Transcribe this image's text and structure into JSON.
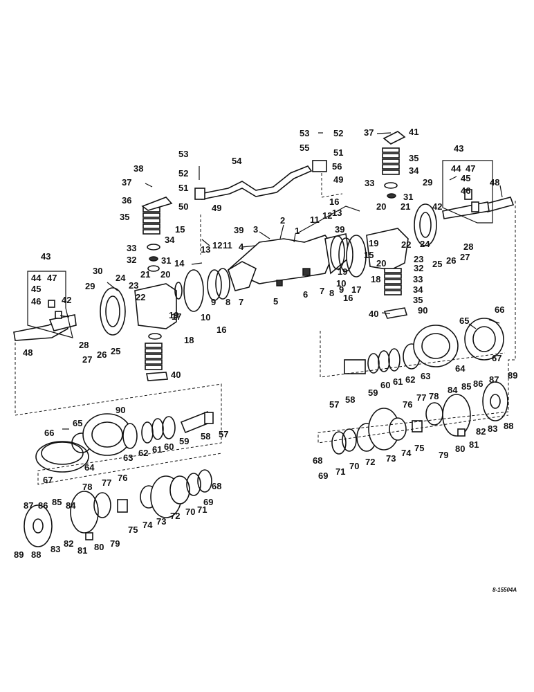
{
  "drawing_code": "8-15504A",
  "callouts": {
    "1": "1",
    "2": "2",
    "3": "3",
    "4": "4",
    "5": "5",
    "6": "6",
    "7": "7",
    "8": "8",
    "9": "9",
    "10": "10",
    "11": "11",
    "12": "12",
    "13": "13",
    "14": "14",
    "15": "15",
    "16": "16",
    "17": "17",
    "18": "18",
    "19": "19",
    "20": "20",
    "21": "21",
    "22": "22",
    "23": "23",
    "24": "24",
    "25": "25",
    "26": "26",
    "27": "27",
    "28": "28",
    "29": "29",
    "30": "30",
    "31": "31",
    "32": "32",
    "33": "33",
    "34": "34",
    "35": "35",
    "36": "36",
    "37": "37",
    "38": "38",
    "39": "39",
    "40": "40",
    "41": "41",
    "42": "42",
    "43": "43",
    "44": "44",
    "45": "45",
    "46": "46",
    "47": "47",
    "48": "48",
    "49": "49",
    "50": "50",
    "51": "51",
    "52": "52",
    "53": "53",
    "54": "54",
    "55": "55",
    "56": "56",
    "57": "57",
    "58": "58",
    "59": "59",
    "60": "60",
    "61": "61",
    "62": "62",
    "63": "63",
    "64": "64",
    "65": "65",
    "66": "66",
    "67": "67",
    "68": "68",
    "69": "69",
    "70": "70",
    "71": "71",
    "72": "72",
    "73": "73",
    "74": "74",
    "75": "75",
    "76": "76",
    "77": "77",
    "78": "78",
    "79": "79",
    "80": "80",
    "81": "81",
    "82": "82",
    "83": "83",
    "84": "84",
    "85": "85",
    "86": "86",
    "87": "87",
    "88": "88",
    "89": "89",
    "90": "90"
  }
}
